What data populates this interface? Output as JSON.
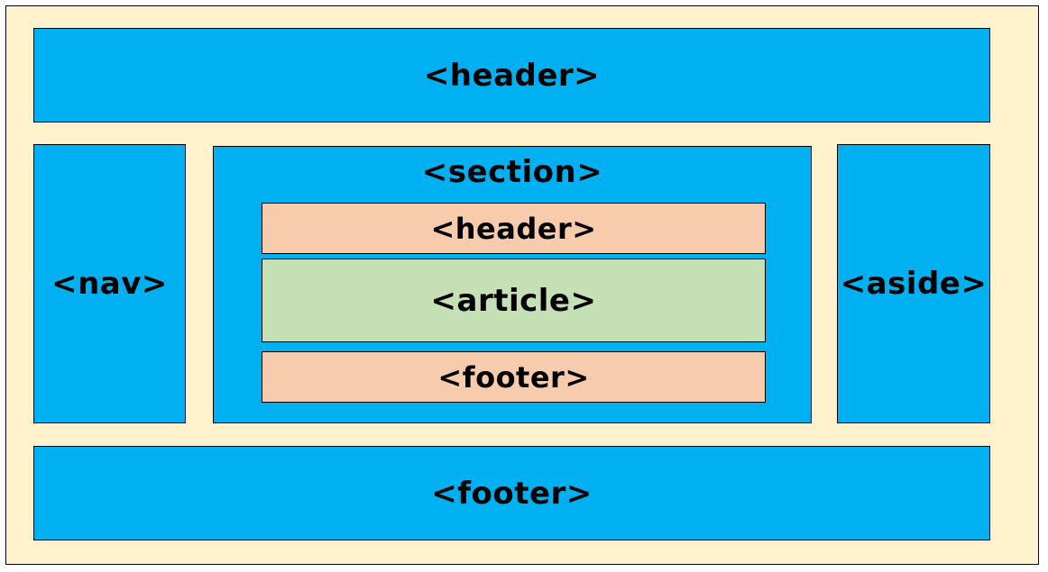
{
  "colors": {
    "canvas_bg": "#fff2cc",
    "block_blue": "#00b0f0",
    "block_peach": "#f8cbad",
    "block_green": "#c5e0b4",
    "text": "#000000"
  },
  "layout": {
    "header": "<header>",
    "nav": "<nav>",
    "section": {
      "label": "<section>",
      "header": "<header>",
      "article": "<article>",
      "footer": "<footer>"
    },
    "aside": "<aside>",
    "footer": "<footer>"
  }
}
